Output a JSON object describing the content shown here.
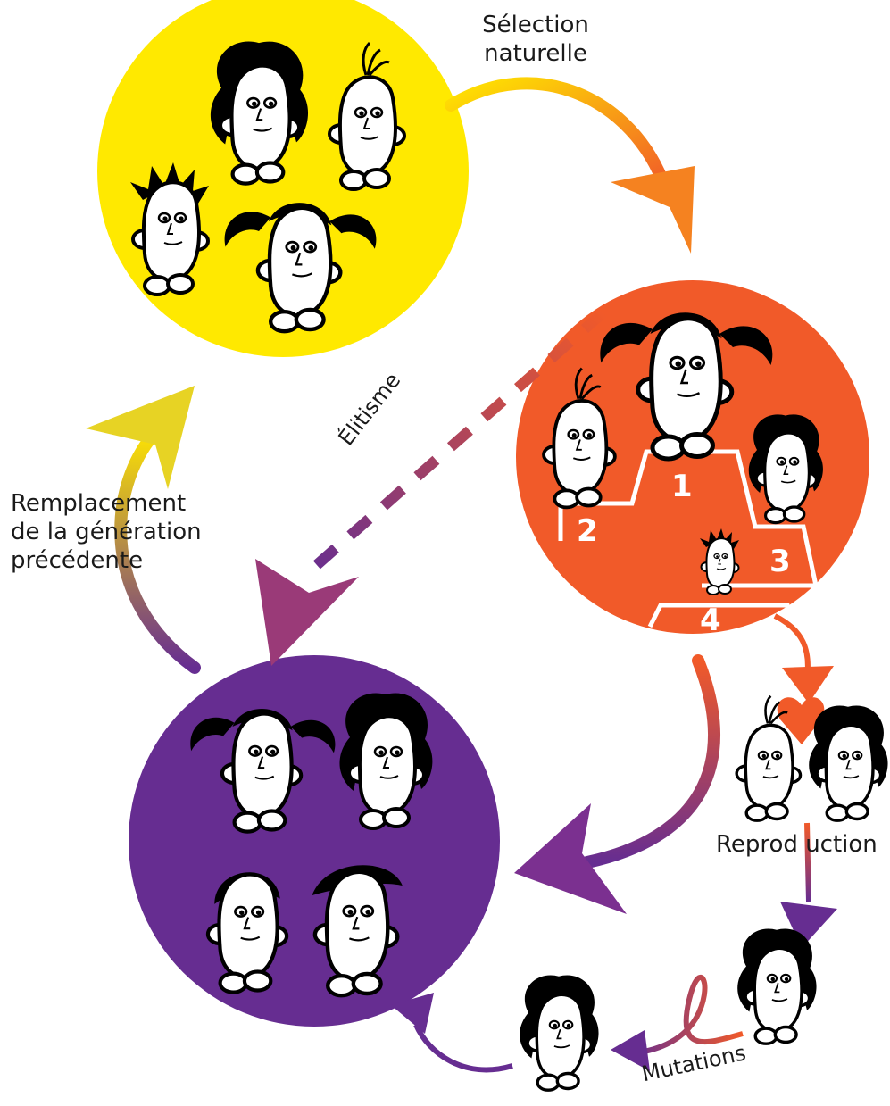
{
  "labels": {
    "selection_line1": "Sélection",
    "selection_line2": "naturelle",
    "elitism": "Élitisme",
    "replacement_line1": "Remplacement",
    "replacement_line2": "de la génération",
    "replacement_line3": "précédente",
    "reproduction": "Reprod uction",
    "mutations": "Mutations"
  },
  "podium": {
    "first": "1",
    "second": "2",
    "third": "3",
    "fourth": "4"
  },
  "colors": {
    "population": "#ffe900",
    "selection": "#f15a29",
    "new_generation": "#662d91",
    "heart": "#f15a29",
    "outline": "#000000"
  },
  "icons": {
    "characters": [
      "bean-character-icon",
      "heart-icon",
      "mutation-loop-icon"
    ]
  }
}
